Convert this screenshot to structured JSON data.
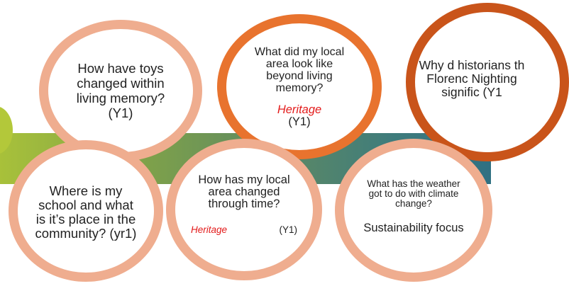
{
  "c1": {
    "question": "How have toys changed within living memory? (Y1)"
  },
  "c2": {
    "question": "What did my local area look like beyond living memory?",
    "tag": "Heritage",
    "year": "(Y1)"
  },
  "c3": {
    "question": "Why d historians th Florenc Nighting signific (Y1"
  },
  "c4": {
    "question": "Where is my school and what is it’s place in the community? (yr1)"
  },
  "c5": {
    "question": "How has my local area changed through time?",
    "tag": "Heritage",
    "year": "(Y1)"
  },
  "c6": {
    "question": "What has the weather got to do with climate change?",
    "focus": "Sustainability focus"
  },
  "colors": {
    "light_ring": "#efad8f",
    "dark_ring": "#e8732e",
    "darkest_ring": "#c9541a",
    "heritage": "#e31b1b",
    "band_start": "#a8c13a",
    "band_end": "#2f7082"
  }
}
